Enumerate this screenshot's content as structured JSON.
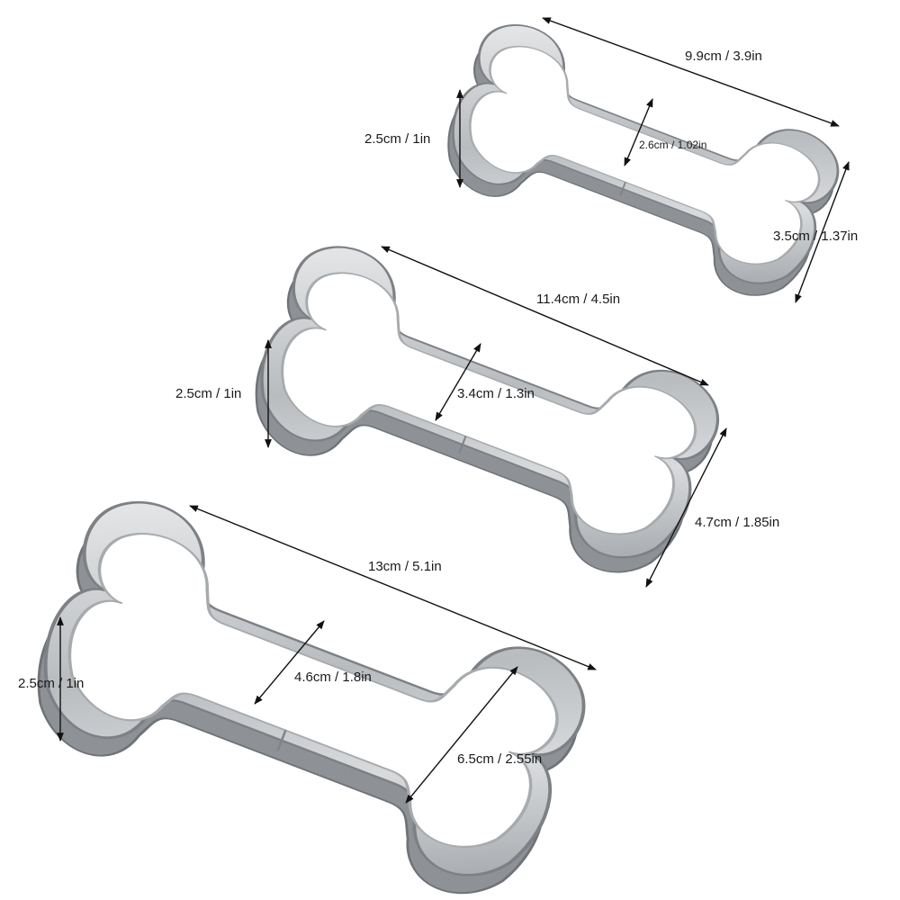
{
  "image": {
    "subject": "Three stainless steel bone-shaped cookie cutters with dimension annotations",
    "background_color": "#ffffff",
    "metal_color": "#c9cbcd"
  },
  "cutters": [
    {
      "size": "small",
      "length_label": "9.9cm / 3.9in",
      "height_label": "2.5cm / 1in",
      "inner_width_label": "2.6cm / 1.02in",
      "end_width_label": "3.5cm / 1.37in"
    },
    {
      "size": "medium",
      "length_label": "11.4cm / 4.5in",
      "height_label": "2.5cm / 1in",
      "inner_width_label": "3.4cm / 1.3in",
      "end_width_label": "4.7cm / 1.85in"
    },
    {
      "size": "large",
      "length_label": "13cm / 5.1in",
      "height_label": "2.5cm / 1in",
      "inner_width_label": "4.6cm / 1.8in",
      "end_width_label": "6.5cm / 2.55in"
    }
  ]
}
